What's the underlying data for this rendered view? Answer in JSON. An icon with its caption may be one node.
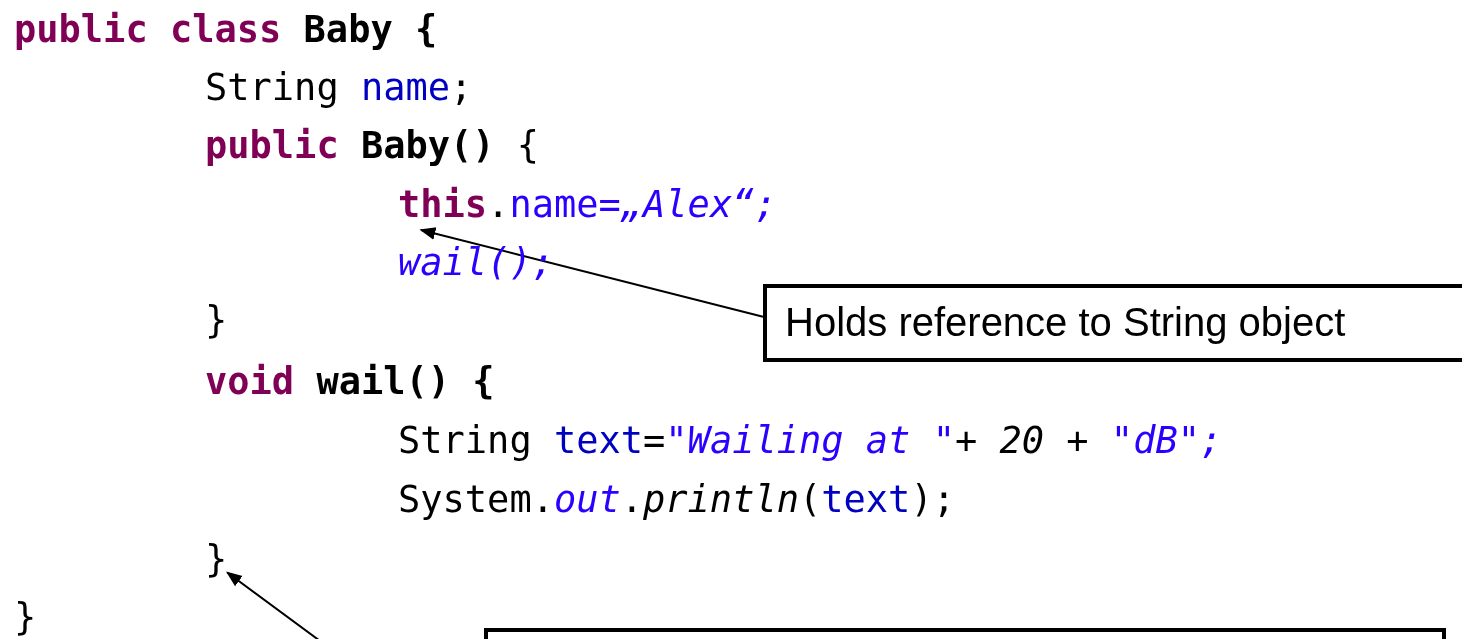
{
  "diagram": {
    "nodes": [
      {
        "text": [
          "**this**.name=*„Alex“;*"
        ]
      },
      {
        "text": [
          "Holds reference to String object"
        ]
      },
      {
        "text": [
          "}"
        ]
      },
      {
        "text": [],
        "shape": "box"
      }
    ],
    "edges": [
      {
        "from": 1,
        "to": 0,
        "arrow": "to"
      },
      {
        "from": 3,
        "to": 2,
        "arrow": "to"
      }
    ],
    "labels": [
      "public class Baby {",
      "String name;",
      "**public Baby()** {",
      "wail();",
      "}",
      "void wail() {",
      "String text=*\"Wailing at \"+ 20 + \"dB\";*",
      "System.*out*.*println*(text);",
      "}"
    ]
  }
}
